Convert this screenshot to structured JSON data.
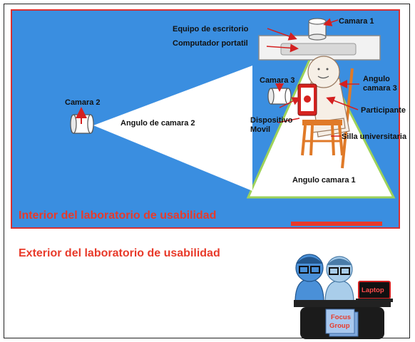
{
  "labels": {
    "desktop": "Equipo de escritorio",
    "laptop_portatil": "Computador portatil",
    "camera1": "Camara 1",
    "camera2": "Camara 2",
    "camera3": "Camara 3",
    "angle2": "Angulo de camara 2",
    "angle3_line1": "Angulo",
    "angle3_line2": "camara 3",
    "participant": "Participante",
    "device_line1": "Dispositivo",
    "device_line2": "Movil",
    "chair": "Silla universitaria",
    "angle1": "Angulo camara 1",
    "inside_title": "Interior del laboratorio de usabilidad",
    "outside_title": "Exterior del laboratorio de usabilidad",
    "laptop_badge": "Laptop",
    "focus_line1": "Focus",
    "focus_line2": "Group"
  },
  "colors": {
    "room_blue": "#3a8ee0",
    "room_border": "#d93030",
    "title_red": "#e83a2a",
    "arrow_red": "#d42020",
    "cone_green": "#9ed25a",
    "person_blue": "#4a90d8",
    "chair_orange": "#e07a28"
  }
}
